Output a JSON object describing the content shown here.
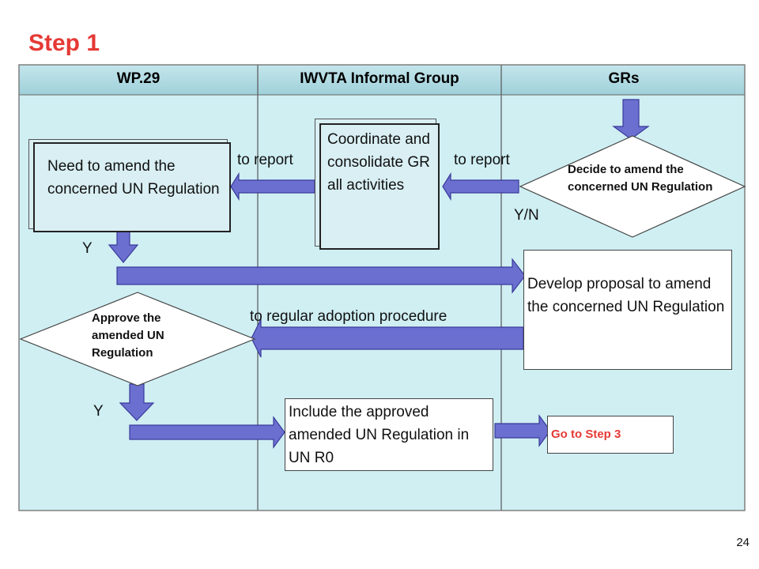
{
  "title": "Step 1",
  "lanes": [
    {
      "label": "WP.29"
    },
    {
      "label": "IWVTA Informal Group"
    },
    {
      "label": "GRs"
    }
  ],
  "nodes": {
    "need_amend": "Need to amend the concerned UN Regulation",
    "coordinate": "Coordinate and consolidate GR all activities",
    "decide_amend": "Decide to amend the concerned UN Regulation",
    "develop_proposal": "Develop proposal to amend the concerned UN Regulation",
    "approve_amended": "Approve the amended UN Regulation",
    "include_approved": "Include the approved amended UN Regulation in UN R0",
    "go_step3": "Go to Step 3"
  },
  "labels": {
    "to_report_left": "to report",
    "to_report_right": "to report",
    "yn": "Y/N",
    "y_upper": "Y",
    "y_lower": "Y",
    "regular_adoption": "to regular adoption procedure"
  },
  "page_number": "24",
  "colors": {
    "title": "#e53935",
    "lane_header": "#a9d6df",
    "lane_body": "#cfeff3",
    "arrow_fill": "#6b6fd0",
    "arrow_stroke": "#3a3a9a",
    "go_step3_text": "#e53935"
  }
}
